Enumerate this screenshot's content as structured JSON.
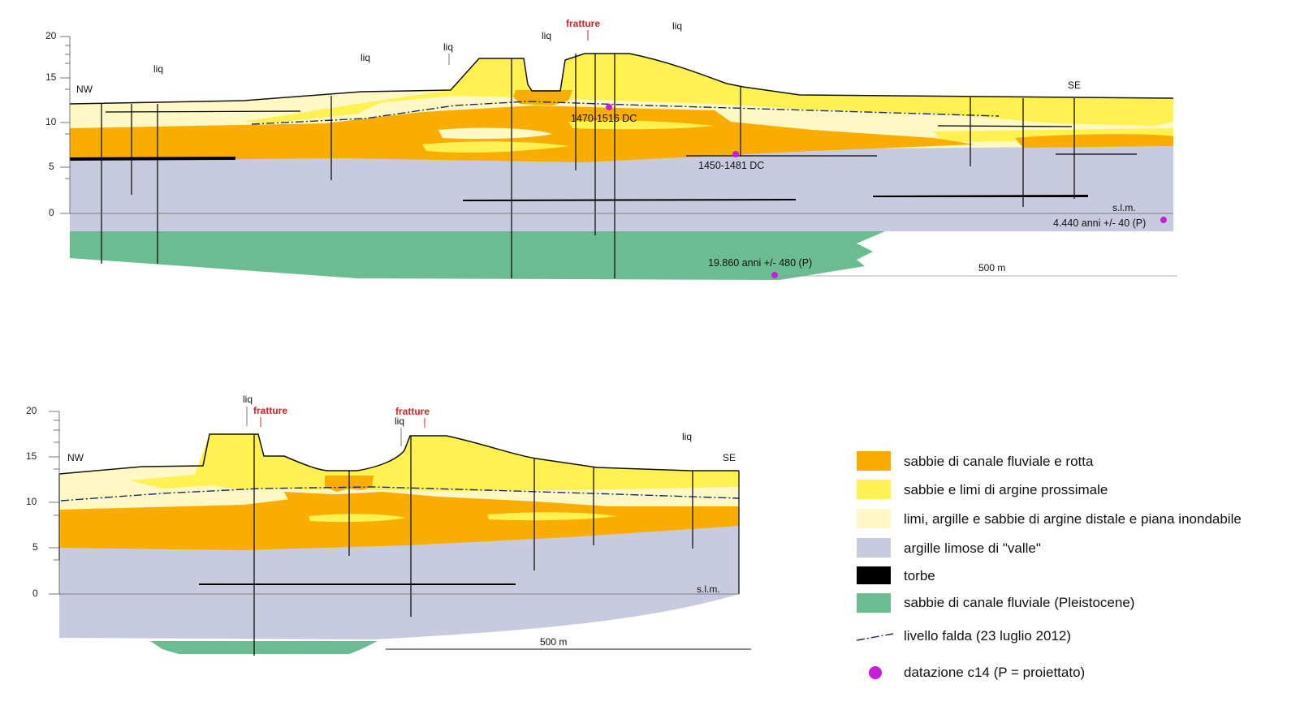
{
  "colors": {
    "canale": "#f9ad00",
    "argine_prossimale": "#fff150",
    "argine_distale": "#fdf8c4",
    "valle": "#c8cbe0",
    "torbe": "#000000",
    "pleistocene": "#6bbd91",
    "falda": "#1a2a6c",
    "c14": "#c41fd6",
    "fratture": "#d8232a"
  },
  "section1": {
    "y_ticks": [
      "20",
      "15",
      "10",
      "5",
      "0"
    ],
    "nw": "NW",
    "se": "SE",
    "slm": "s.l.m.",
    "scale": "500 m",
    "fratture": "fratture",
    "liq": [
      "liq",
      "liq",
      "liq",
      "liq",
      "liq"
    ],
    "dates": [
      "1470-1516 DC",
      "1450-1481 DC",
      "4.440 anni +/- 40 (P)",
      "19.860 anni +/- 480 (P)"
    ]
  },
  "section2": {
    "y_ticks": [
      "20",
      "15",
      "10",
      "5",
      "0"
    ],
    "nw": "NW",
    "se": "SE",
    "slm": "s.l.m.",
    "scale": "500 m",
    "fratture": [
      "fratture",
      "fratture"
    ],
    "liq": [
      "liq",
      "liq",
      "liq"
    ]
  },
  "legend": [
    {
      "label": "sabbie di canale fluviale e rotta",
      "color": "#f9ad00",
      "kind": "box"
    },
    {
      "label": "sabbie e limi di argine prossimale",
      "color": "#fff150",
      "kind": "box"
    },
    {
      "label": "limi, argille e sabbie di argine distale e piana inondabile",
      "color": "#fdf8c4",
      "kind": "box"
    },
    {
      "label": "argille limose di \"valle\"",
      "color": "#c8cbe0",
      "kind": "box"
    },
    {
      "label": "torbe",
      "color": "#000000",
      "kind": "box"
    },
    {
      "label": "sabbie di canale fluviale (Pleistocene)",
      "color": "#6bbd91",
      "kind": "box"
    },
    {
      "label": "livello falda (23 luglio 2012)",
      "color": "#1a2a6c",
      "kind": "line"
    },
    {
      "label": "datazione c14 (P = proiettato)",
      "color": "#c41fd6",
      "kind": "dot"
    }
  ]
}
